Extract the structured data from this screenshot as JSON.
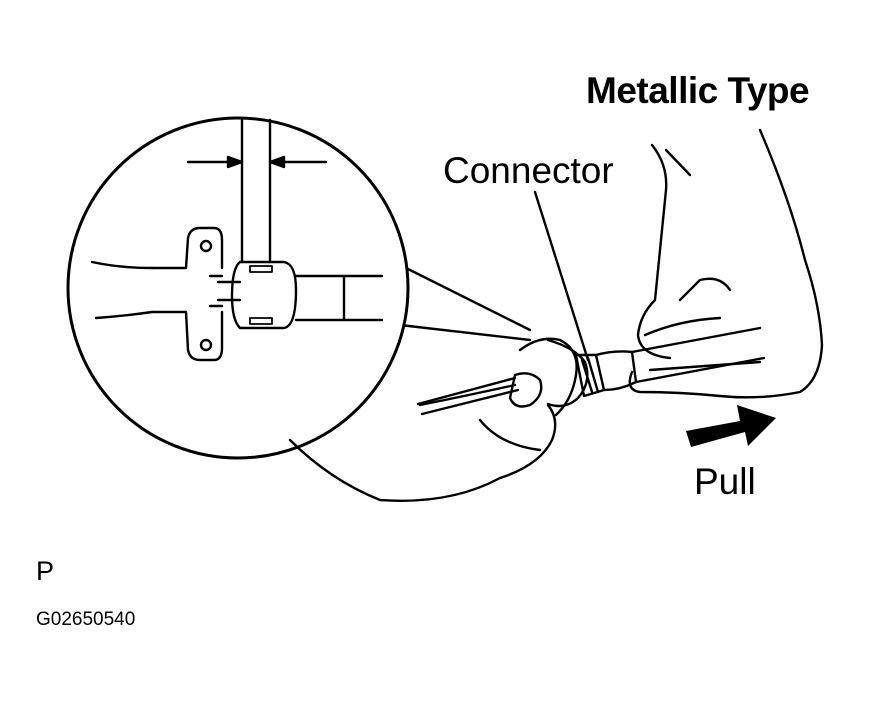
{
  "title": "Metallic Type",
  "labels": {
    "connector": "Connector",
    "pull": "Pull"
  },
  "footer": {
    "letter": "P",
    "figure_code": "G02650540"
  },
  "colors": {
    "ink": "#000000",
    "paper": "#ffffff"
  }
}
